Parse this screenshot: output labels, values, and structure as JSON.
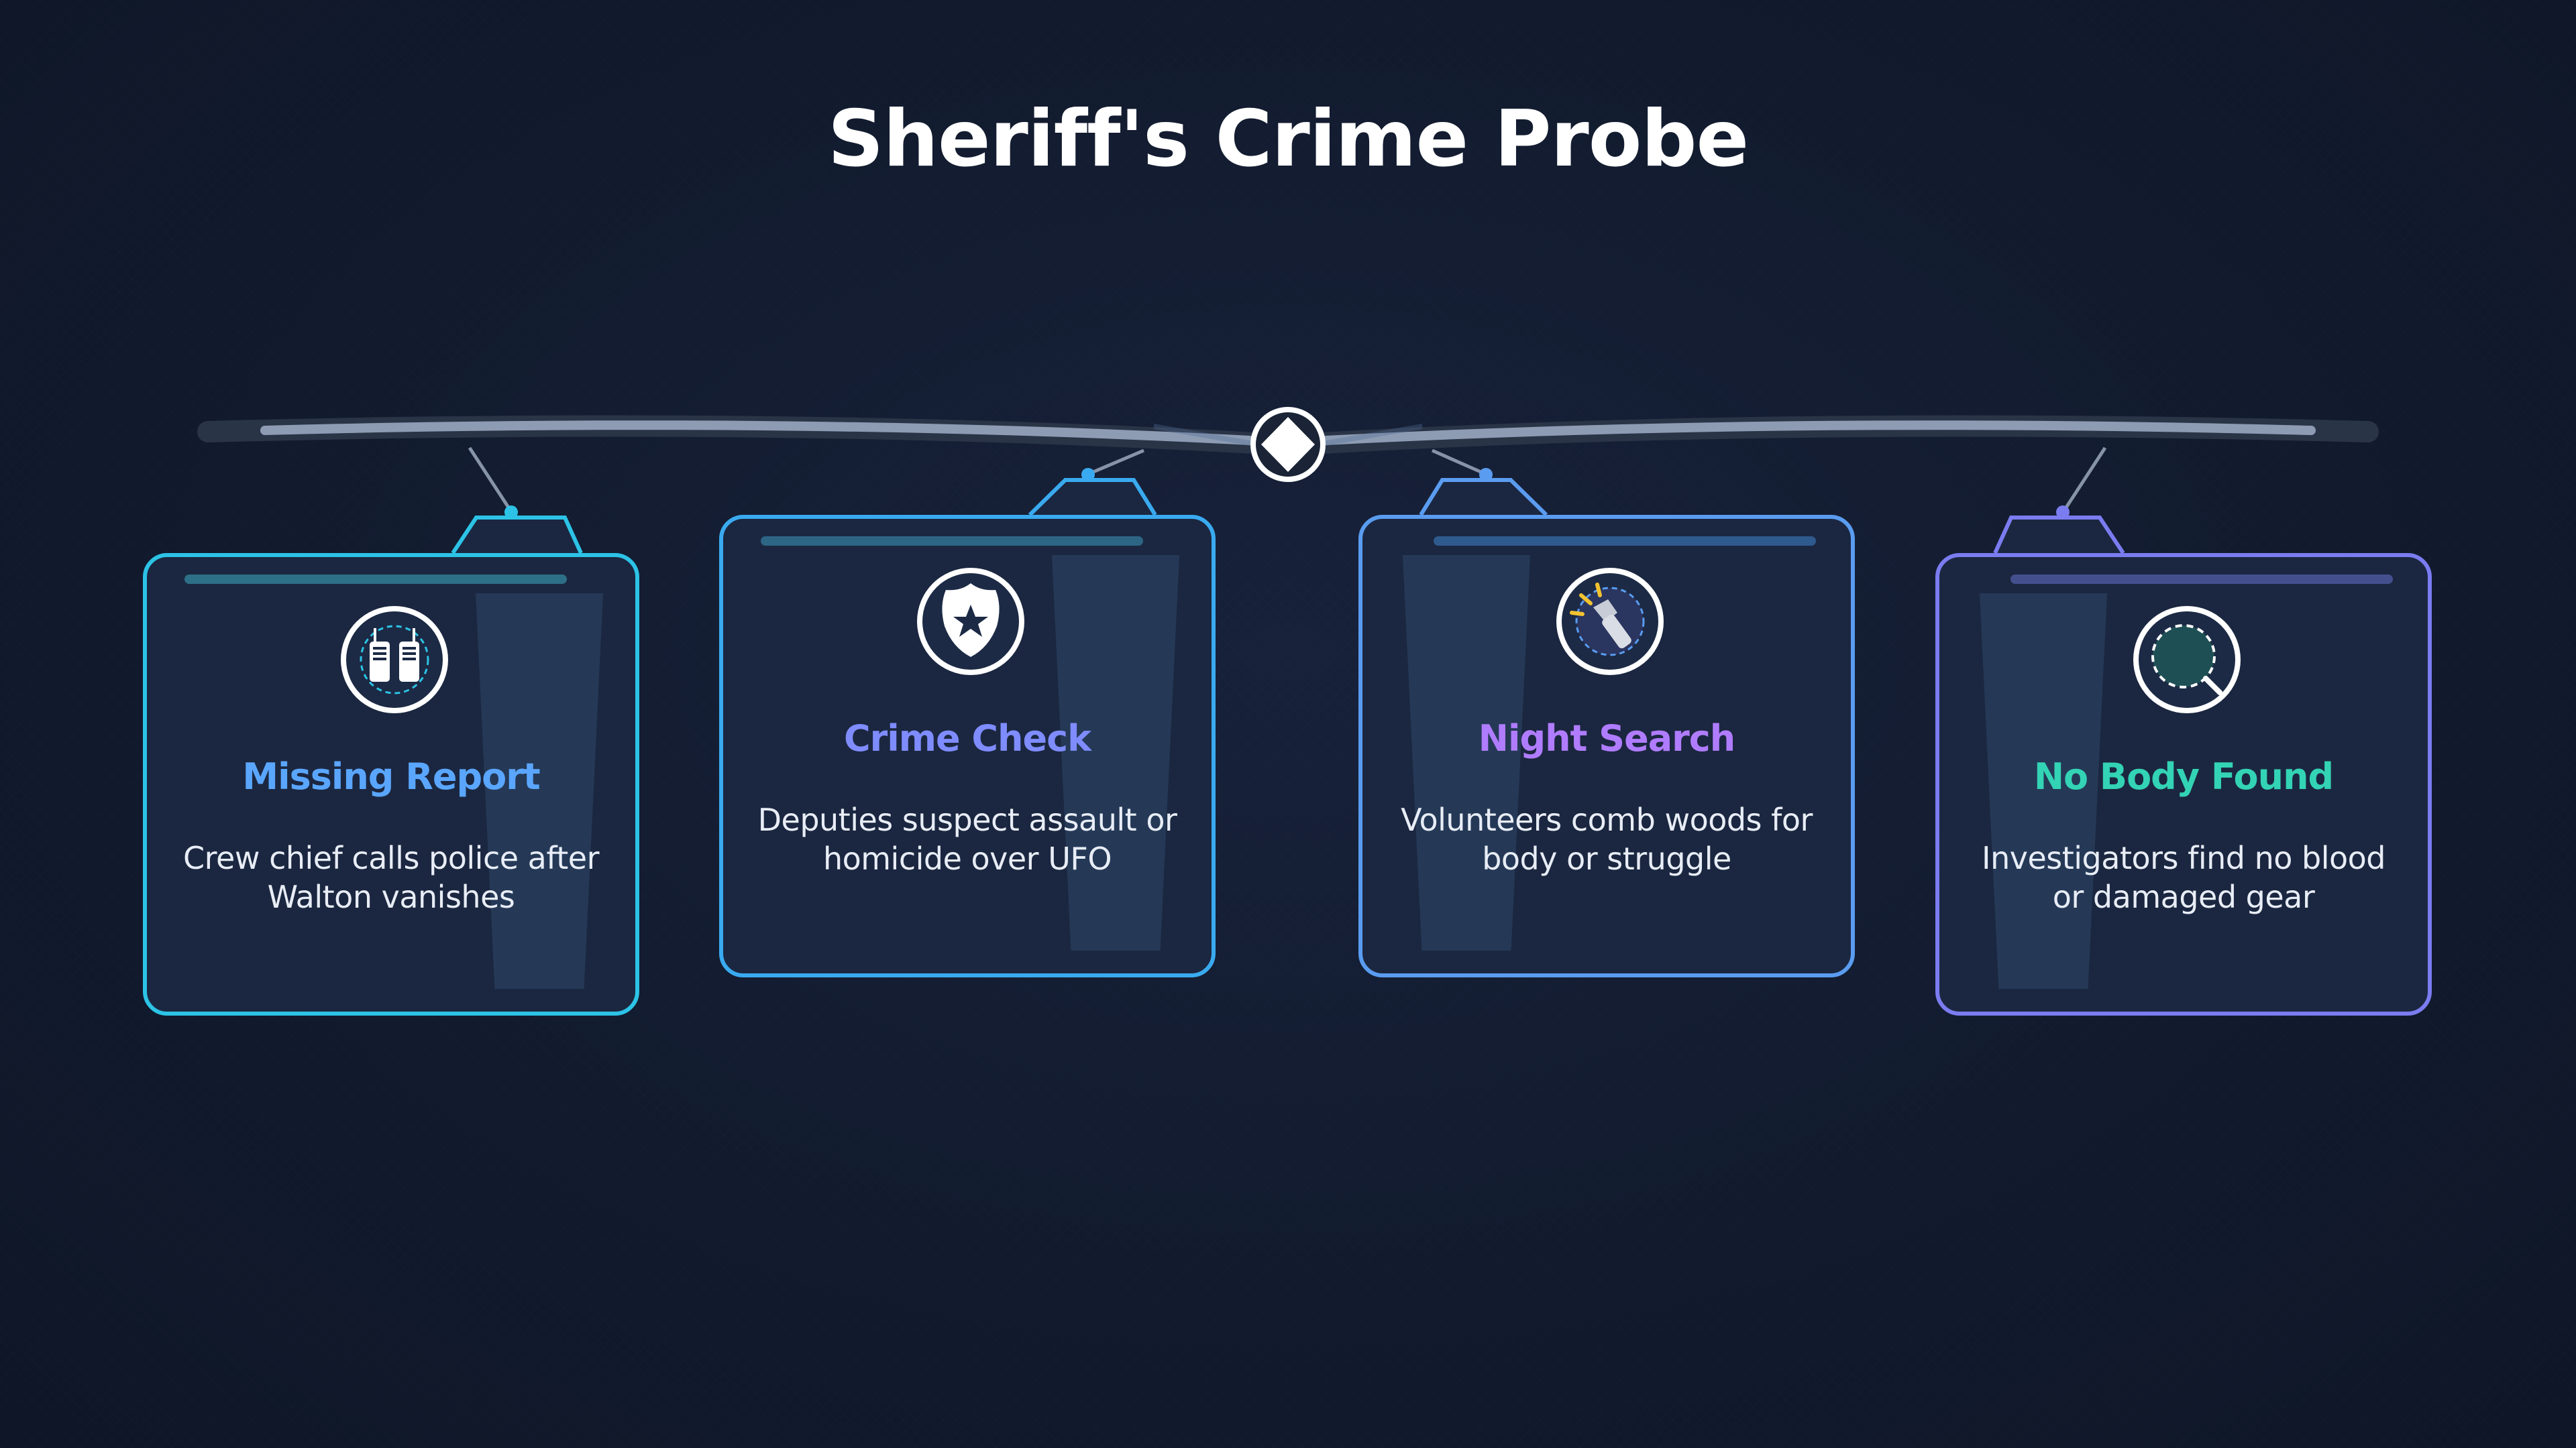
{
  "title": "Sheriff's Crime Probe",
  "colors": {
    "background": "#121b2e",
    "card_fill": "#1b2740",
    "accent_cyan": "#2cc3e6",
    "accent_sky": "#3aaaf0",
    "accent_blue": "#5a9cf0",
    "accent_violet": "#7b7cf0"
  },
  "timeline": {
    "center_icon": "diamond-icon"
  },
  "cards": [
    {
      "title": "Missing Report",
      "description": "Crew chief calls police after Walton vanishes",
      "icon": "walkie-talkie-icon",
      "title_color": "#5aa6ff",
      "border_color": "#2cc3e6"
    },
    {
      "title": "Crime Check",
      "description": "Deputies suspect assault or homicide over UFO",
      "icon": "police-badge-icon",
      "title_color": "#7f8cff",
      "border_color": "#3aaaf0"
    },
    {
      "title": "Night Search",
      "description": "Volunteers comb woods for body or struggle",
      "icon": "flashlight-icon",
      "title_color": "#b07cff",
      "border_color": "#5a9cf0"
    },
    {
      "title": "No Body Found",
      "description": "Investigators find no blood or damaged gear",
      "icon": "magnifier-icon",
      "title_color": "#33d3b5",
      "border_color": "#7b7cf0"
    }
  ]
}
